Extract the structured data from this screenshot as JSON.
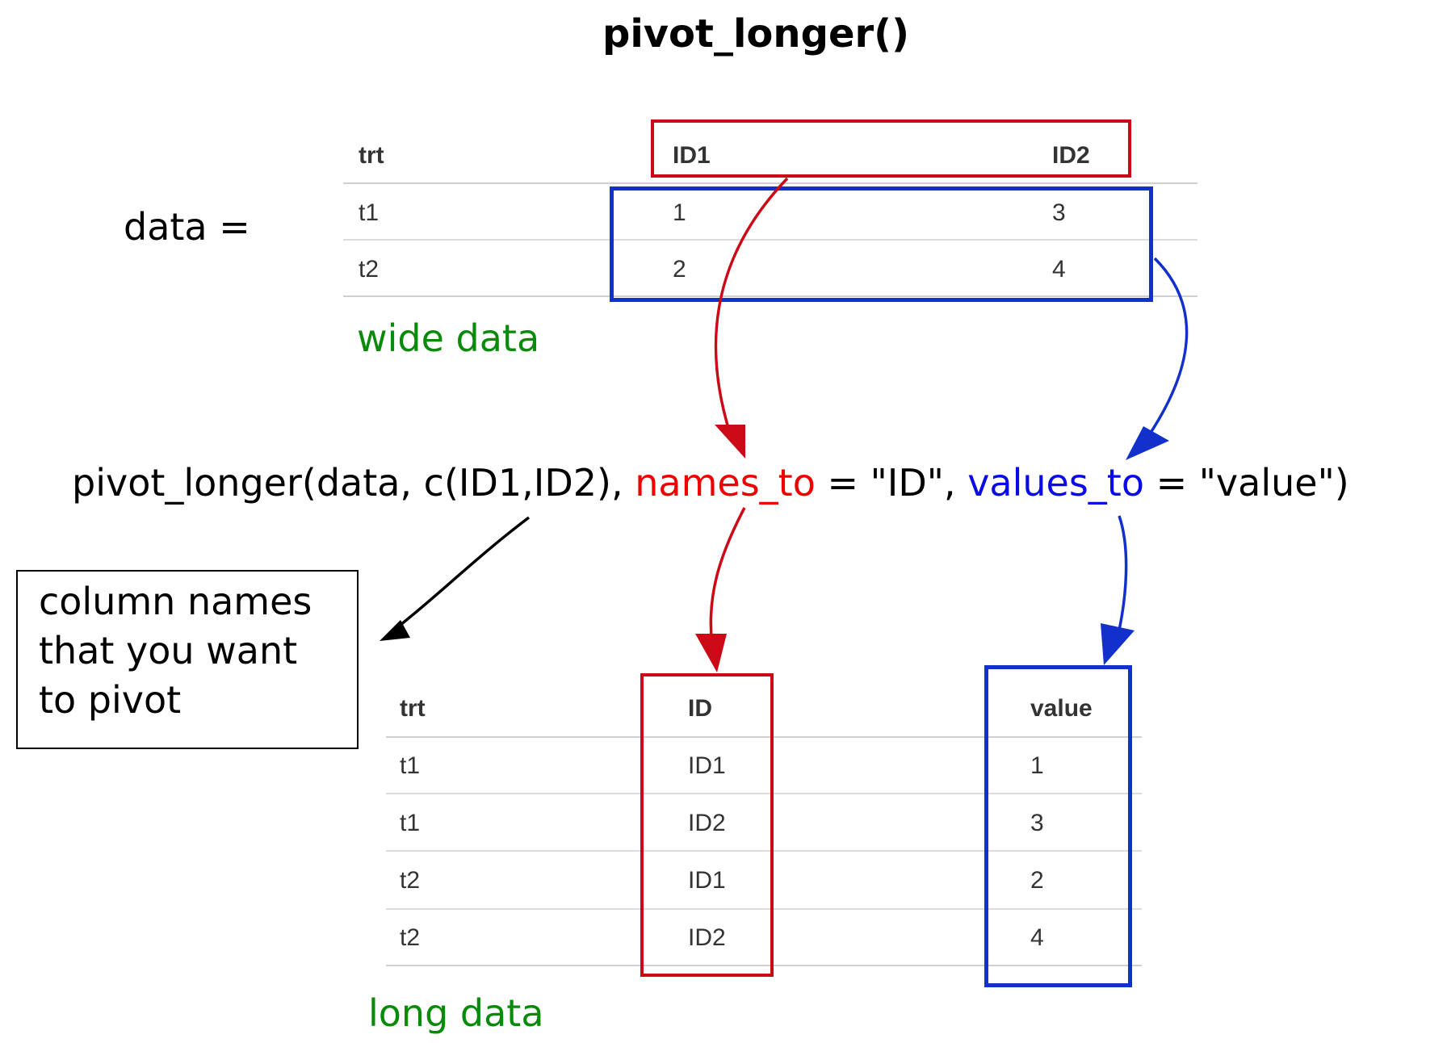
{
  "title": "pivot_longer()",
  "data_label": "data =",
  "wide": {
    "caption": "wide data",
    "headers": [
      "trt",
      "ID1",
      "ID2"
    ],
    "rows": [
      [
        "t1",
        "1",
        "3"
      ],
      [
        "t2",
        "2",
        "4"
      ]
    ]
  },
  "code": {
    "prefix": "pivot_longer(data, c(ID1,ID2), ",
    "names_to": "names_to",
    "mid": " = \"ID\", ",
    "values_to": "values_to",
    "suffix": " = \"value\")"
  },
  "note": {
    "lines": [
      "column names",
      "that you want",
      "to pivot"
    ]
  },
  "long": {
    "caption": "long data",
    "headers": [
      "trt",
      "ID",
      "value"
    ],
    "rows": [
      [
        "t1",
        "ID1",
        "1"
      ],
      [
        "t1",
        "ID2",
        "3"
      ],
      [
        "t2",
        "ID1",
        "2"
      ],
      [
        "t2",
        "ID2",
        "4"
      ]
    ]
  },
  "colors": {
    "red": "#cc0a17",
    "blue": "#1130cc",
    "caption_green": "#0a8a0a"
  }
}
